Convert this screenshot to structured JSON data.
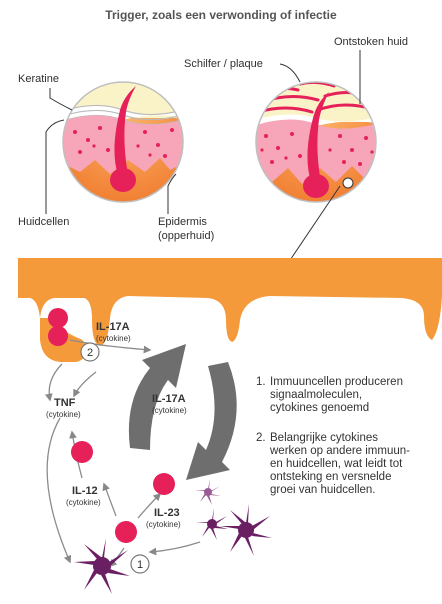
{
  "title": "Trigger, zoals een verwonding of infectie",
  "healthy_skin": {
    "labels": {
      "keratine": "Keratine",
      "huidcellen": "Huidcellen",
      "epidermis_line1": "Epidermis",
      "epidermis_line2": "(opperhuid)"
    }
  },
  "inflamed_skin": {
    "labels": {
      "schilfer": "Schilfer / plaque",
      "ontstoken": "Ontstoken huid"
    }
  },
  "cytokines": {
    "il17a_top": {
      "name": "IL-17A",
      "sub": "(cytokine)"
    },
    "il17a_mid": {
      "name": "IL-17A",
      "sub": "(cytokine)"
    },
    "tnf": {
      "name": "TNF",
      "sub": "(cytokine)"
    },
    "il12": {
      "name": "IL-12",
      "sub": "(cytokine)"
    },
    "il23": {
      "name": "IL-23",
      "sub": "(cytokine)"
    }
  },
  "markers": {
    "one": "1",
    "two": "2"
  },
  "legend": [
    {
      "num": "1.",
      "text": "Immuuncellen produceren\nsignaalmoleculen,\ncytokines genoemd"
    },
    {
      "num": "2.",
      "text": "Belangrijke cytokines\nwerken op andere immuun-\nen huidcellen, wat leidt tot\nontsteking en versnelde\ngroei van huidcellen."
    }
  ],
  "colors": {
    "orange": "#f49a3a",
    "red": "#e6215a",
    "pink": "#f3a6b6",
    "purple": "#6b1f63",
    "gray": "#6e6e6e",
    "cream": "#fbf3c8"
  }
}
